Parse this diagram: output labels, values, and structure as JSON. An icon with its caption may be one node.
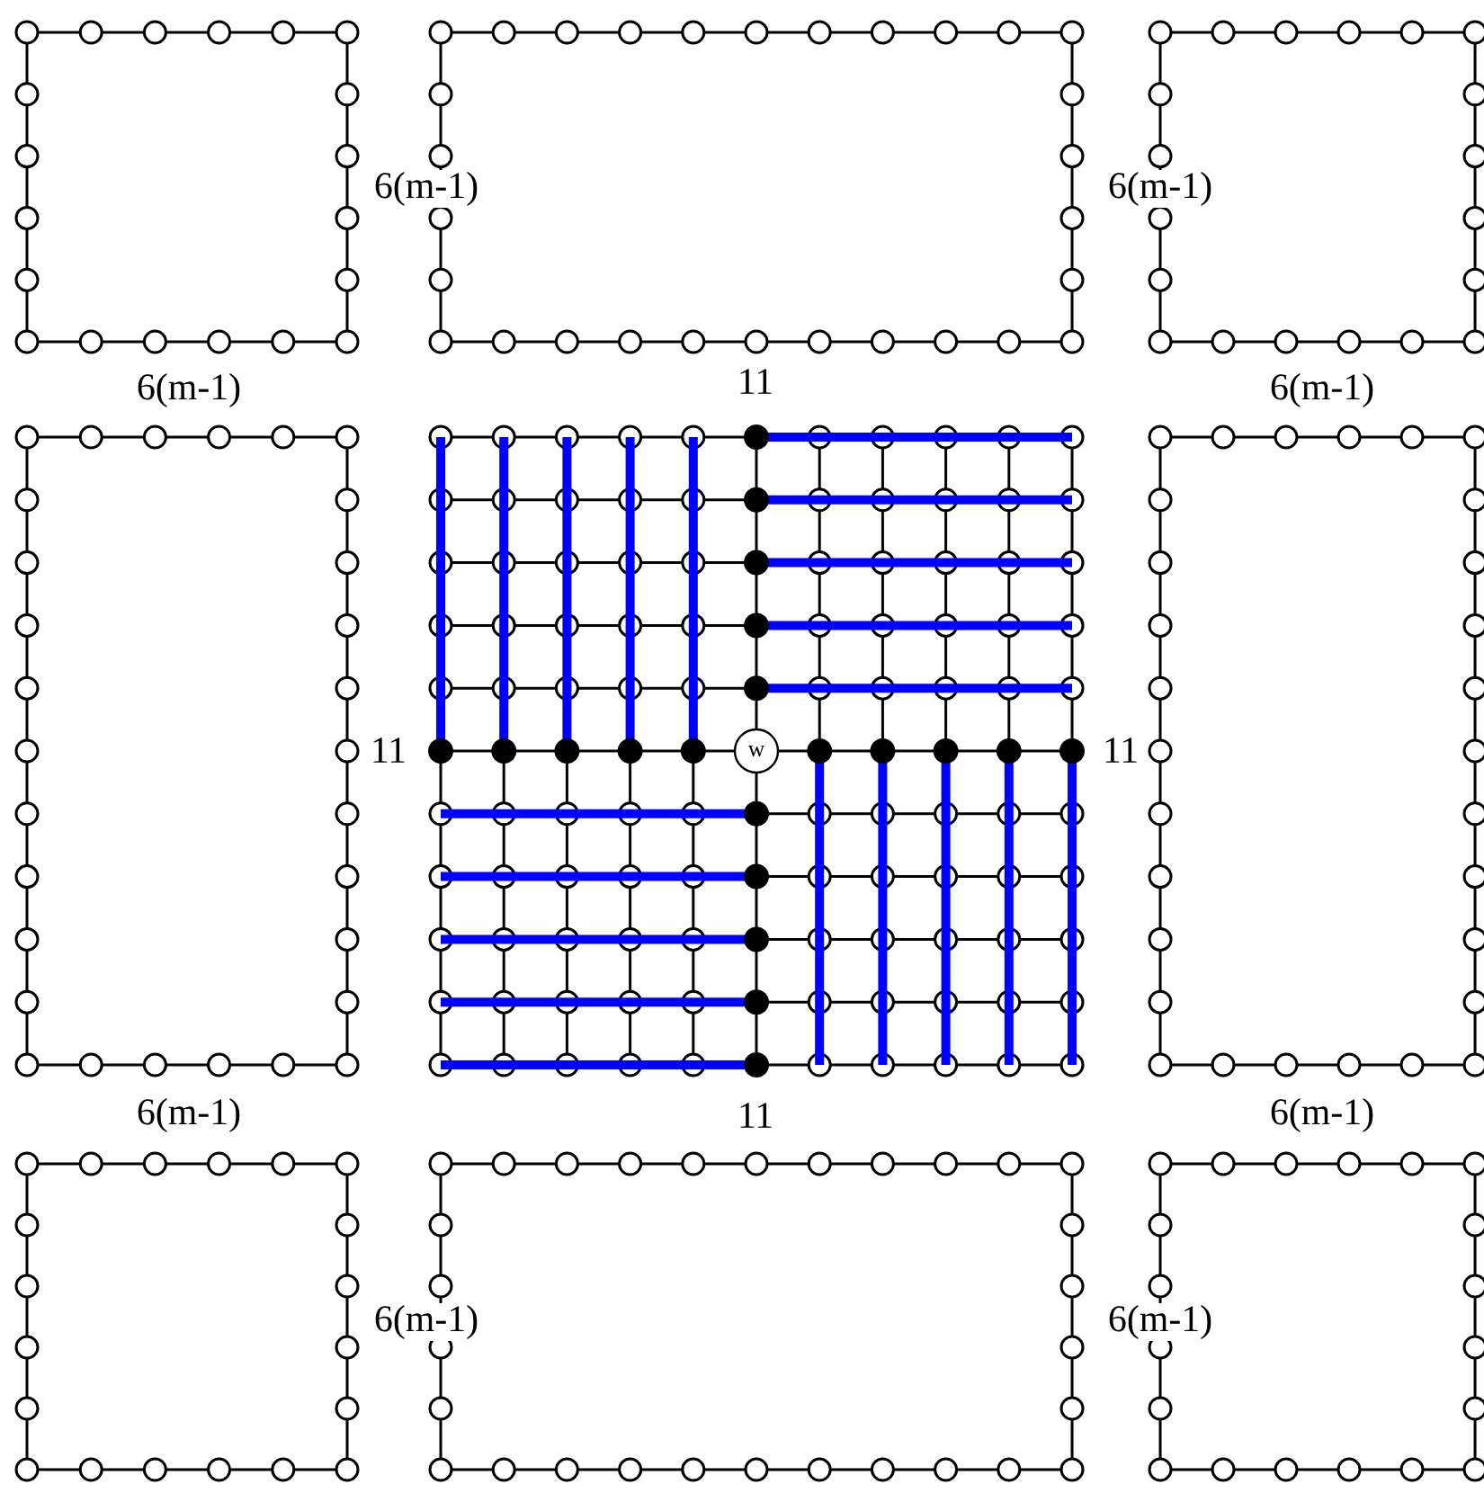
{
  "diagram": {
    "nodes": [
      {
        "text": [
          "w"
        ]
      }
    ],
    "labels": [
      "6(m-1)",
      "6(m-1)",
      "6(m-1)",
      "11",
      "6(m-1)",
      "11",
      "11",
      "6(m-1)",
      "11",
      "6(m-1)",
      "6(m-1)",
      "6(m-1)"
    ]
  }
}
